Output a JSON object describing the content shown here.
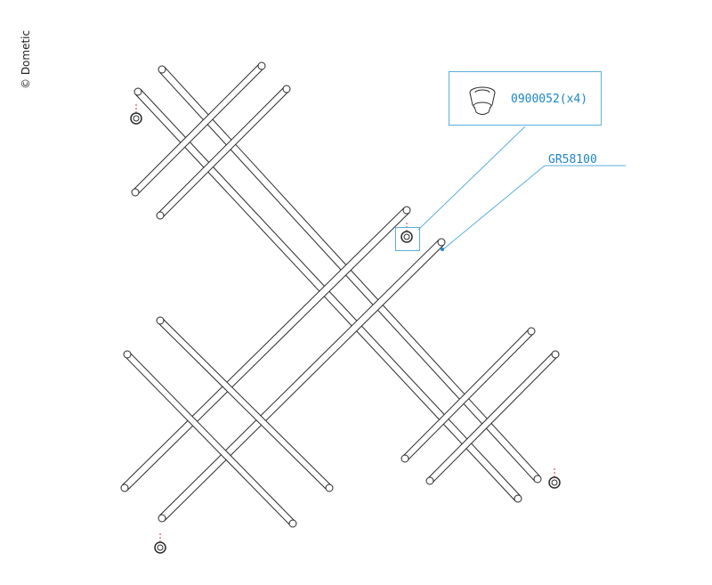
{
  "brand": {
    "copyright": "© Dometic"
  },
  "parts": {
    "part_a": {
      "number": "0900052",
      "quantity": "(x4)"
    },
    "part_b": {
      "number": "GR58100"
    }
  },
  "colors": {
    "callout": "#1e86c8",
    "line": "#2a2a2a",
    "accent": "#c0392b"
  }
}
